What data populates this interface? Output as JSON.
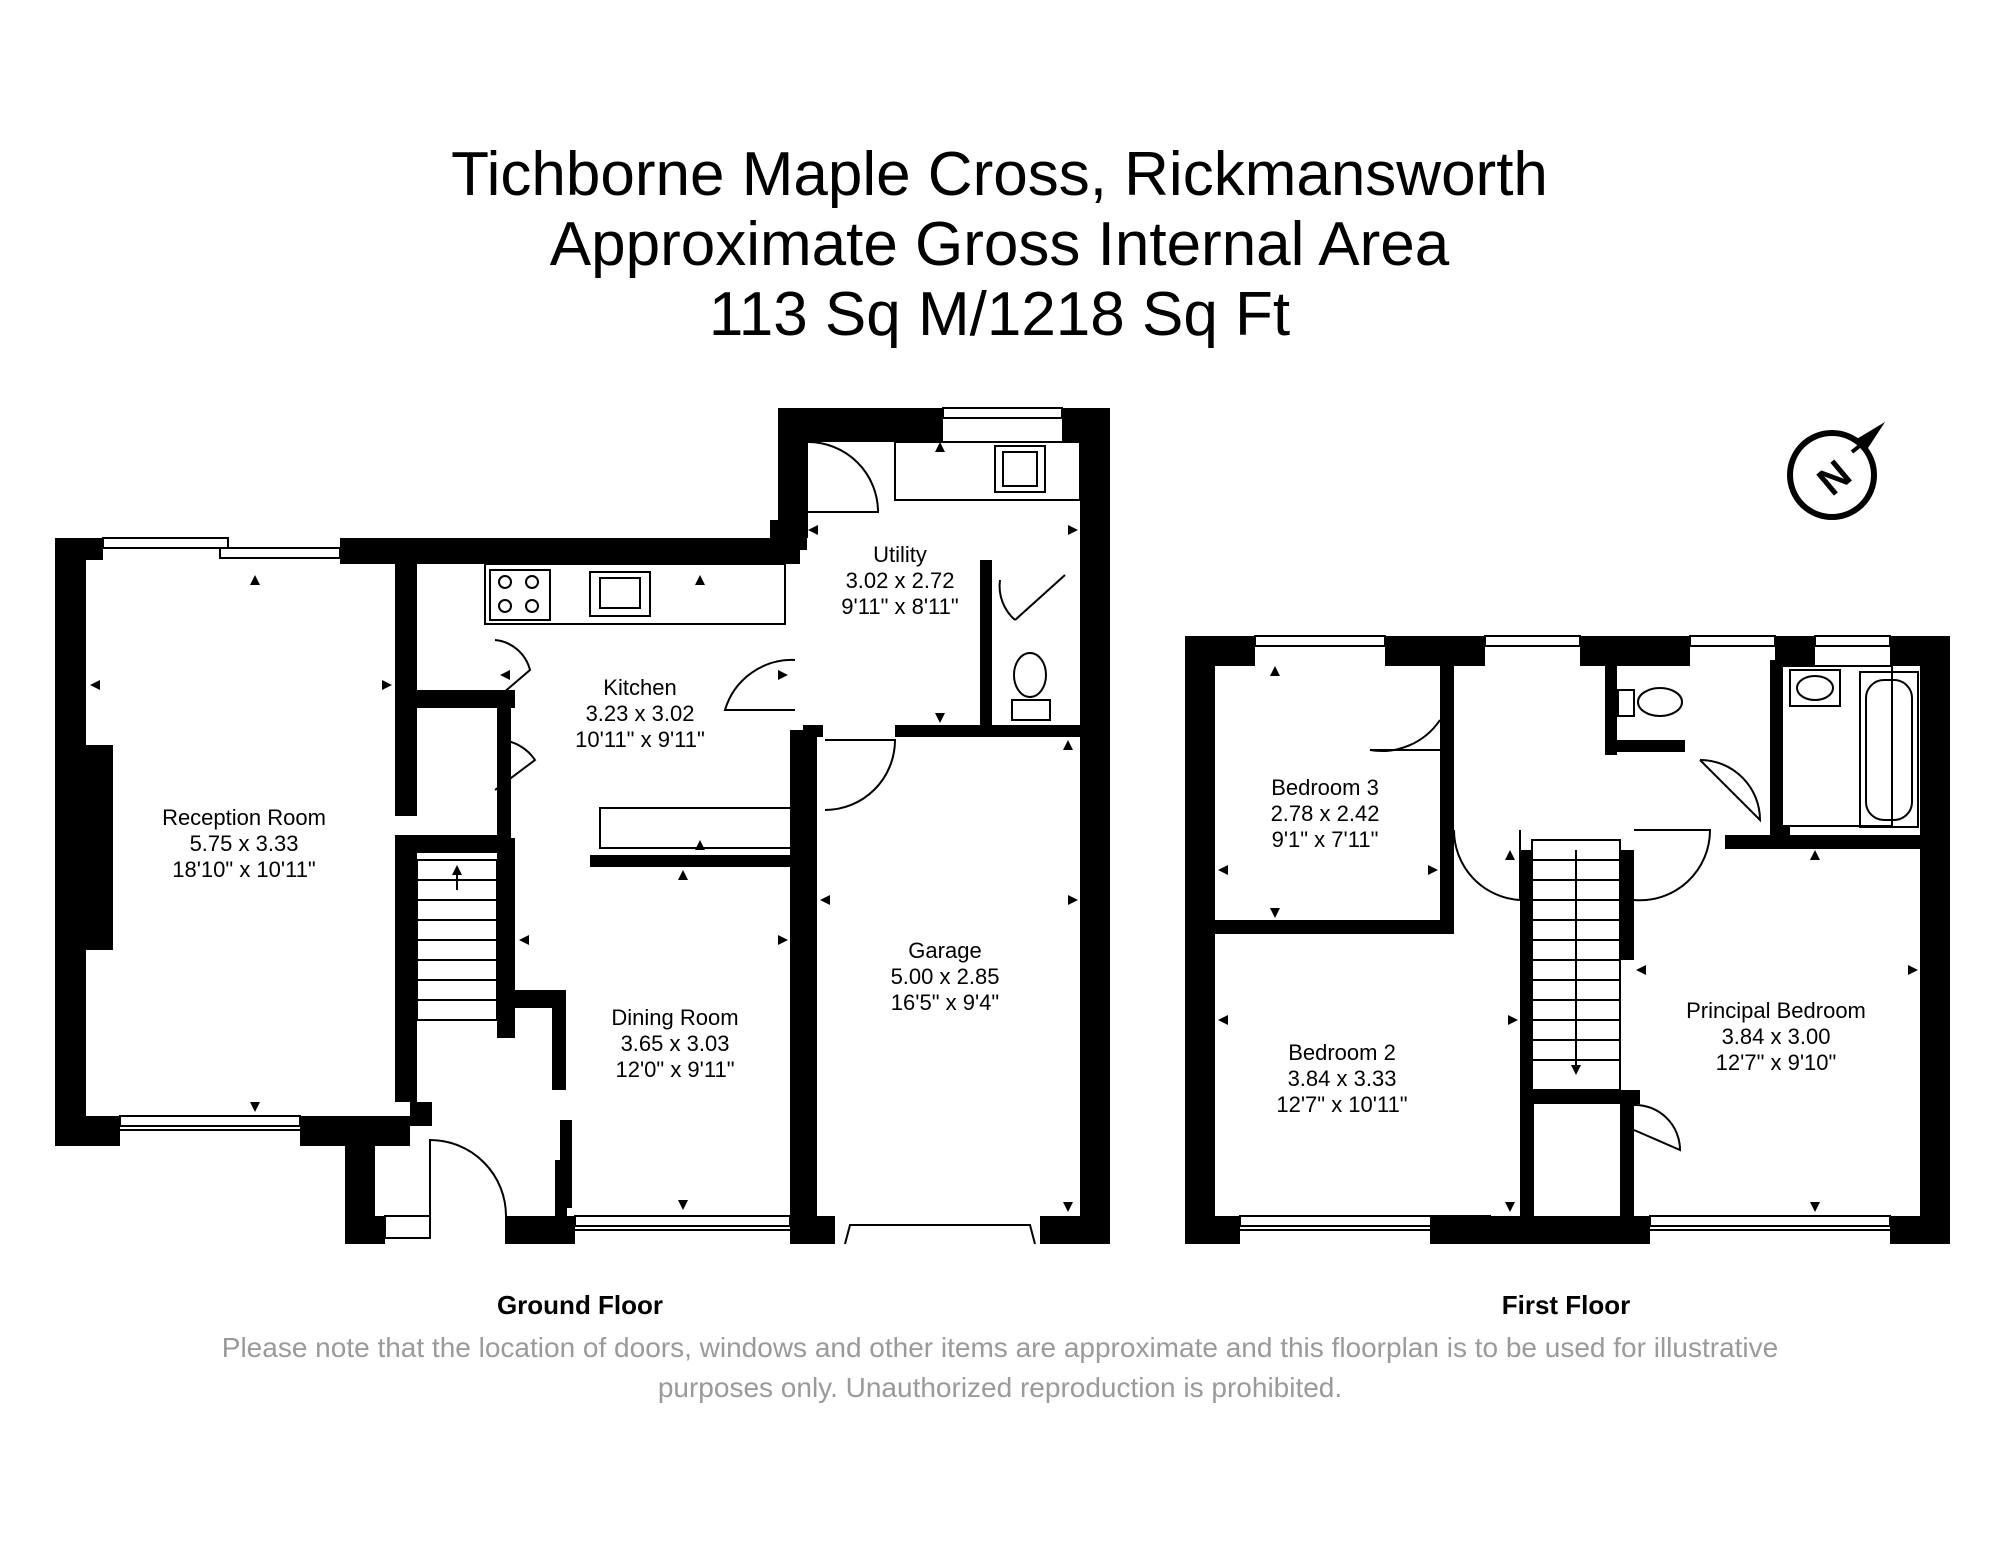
{
  "title": {
    "line1": "Tichborne Maple Cross, Rickmansworth",
    "line2": "Approximate Gross Internal Area",
    "line3": "113 Sq M/1218 Sq Ft"
  },
  "floors": [
    {
      "label": "Ground Floor",
      "rooms": [
        {
          "name": "Reception Room",
          "metric": "5.75 x 3.33",
          "imperial": "18'10\" x 10'11\""
        },
        {
          "name": "Kitchen",
          "metric": "3.23 x 3.02",
          "imperial": "10'11\" x 9'11\""
        },
        {
          "name": "Utility",
          "metric": "3.02 x 2.72",
          "imperial": "9'11\" x 8'11\""
        },
        {
          "name": "Dining Room",
          "metric": "3.65 x 3.03",
          "imperial": "12'0\" x 9'11\""
        },
        {
          "name": "Garage",
          "metric": "5.00 x 2.85",
          "imperial": "16'5\" x 9'4\""
        }
      ]
    },
    {
      "label": "First Floor",
      "rooms": [
        {
          "name": "Bedroom 3",
          "metric": "2.78 x 2.42",
          "imperial": "9'1\" x 7'11\""
        },
        {
          "name": "Bedroom 2",
          "metric": "3.84 x 3.33",
          "imperial": "12'7\" x 10'11\""
        },
        {
          "name": "Principal Bedroom",
          "metric": "3.84 x 3.00",
          "imperial": "12'7\" x 9'10\""
        }
      ]
    }
  ],
  "compass": {
    "letter": "N"
  },
  "disclaimer": {
    "line1": "Please note that the location of doors, windows and other items are approximate and this floorplan is to be used for illustrative",
    "line2": "purposes only. Unauthorized reproduction is prohibited."
  }
}
